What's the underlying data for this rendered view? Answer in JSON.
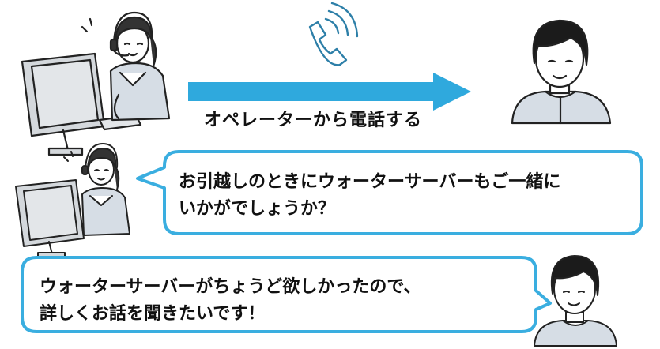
{
  "arrow": {
    "label": "オペレーターから電話する",
    "color": "#2fa9dd"
  },
  "bubbles": [
    {
      "speaker": "operator",
      "lines": [
        "お引越しのときにウォーターサーバーもご一緒に",
        "いかがでしょうか？"
      ]
    },
    {
      "speaker": "customer",
      "lines": [
        "ウォーターサーバーがちょうど欲しかったので、",
        "詳しくお話を聞きたいです！"
      ]
    }
  ],
  "colors": {
    "bubble_border": "#3aaee0",
    "line": "#222222",
    "shirt": "#d6dde5",
    "phone_icon": "#2d7fa8"
  },
  "icons": [
    "operator-illustration",
    "customer-illustration",
    "phone-ringing-icon",
    "right-arrow-icon"
  ]
}
